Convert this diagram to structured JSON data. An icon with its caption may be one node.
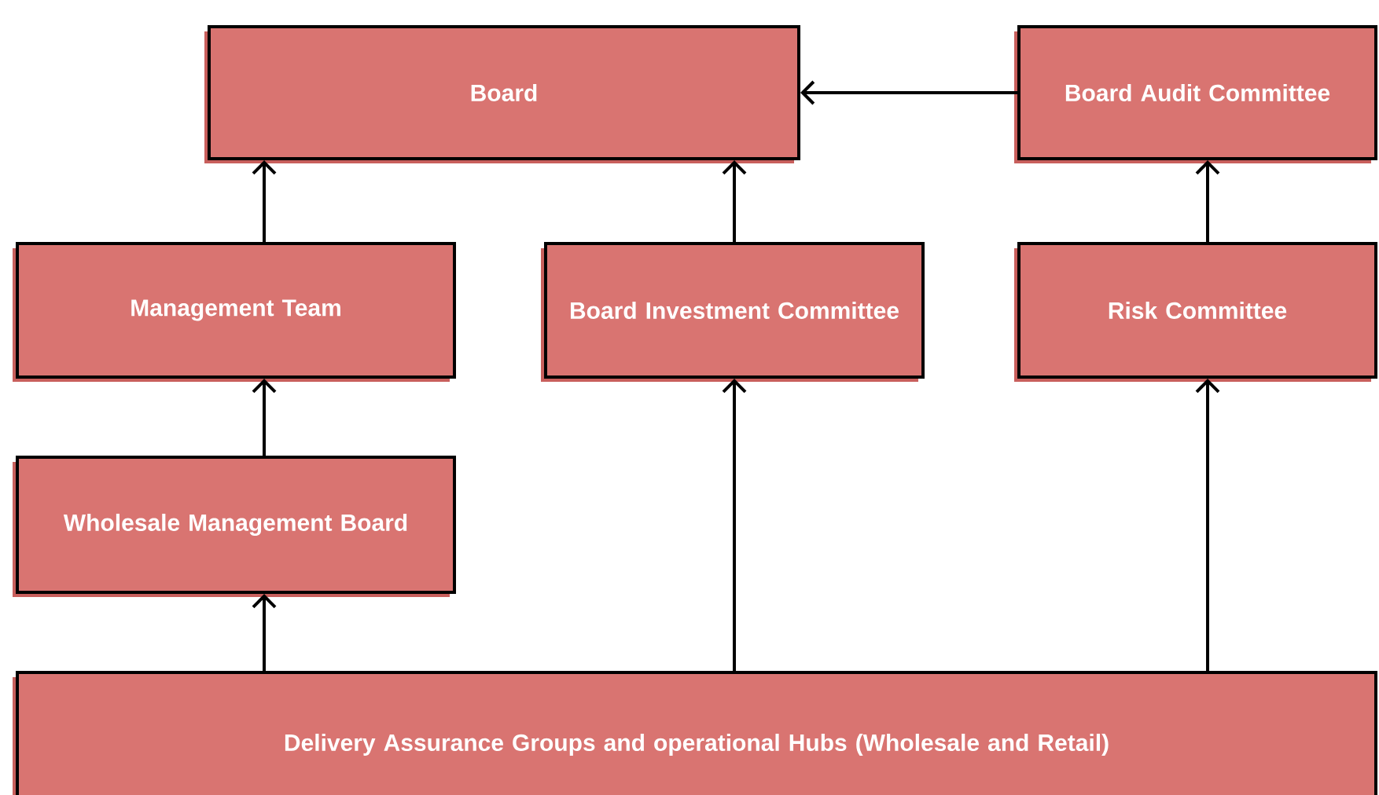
{
  "diagram": {
    "nodes": [
      {
        "text": [
          "Board"
        ]
      },
      {
        "text": [
          "Board Audit Committee"
        ]
      },
      {
        "text": [
          "Management Team"
        ]
      },
      {
        "text": [
          "Board Investment Committee"
        ]
      },
      {
        "text": [
          "Risk Committee"
        ]
      },
      {
        "text": [
          "Wholesale Management Board"
        ]
      },
      {
        "text": [
          "Delivery Assurance Groups and operational Hubs (Wholesale and Retail)"
        ]
      }
    ],
    "edges": [
      {
        "from": 1,
        "to": 0,
        "arrow": "to"
      },
      {
        "from": 2,
        "to": 0,
        "arrow": "to"
      },
      {
        "from": 3,
        "to": 0,
        "arrow": "to"
      },
      {
        "from": 4,
        "to": 1,
        "arrow": "to"
      },
      {
        "from": 5,
        "to": 2,
        "arrow": "to"
      },
      {
        "from": 6,
        "to": 5,
        "arrow": "to"
      },
      {
        "from": 6,
        "to": 3,
        "arrow": "to"
      },
      {
        "from": 6,
        "to": 4,
        "arrow": "to"
      }
    ]
  }
}
